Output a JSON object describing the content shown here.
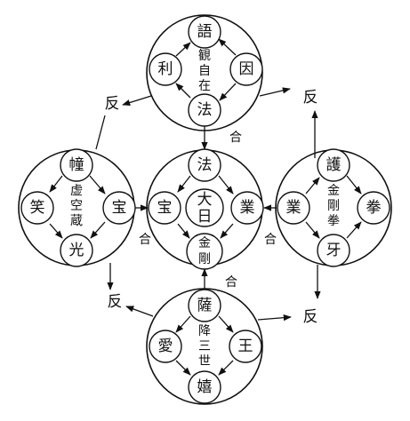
{
  "groups": {
    "top": {
      "top": "語",
      "left": "利",
      "right": "因",
      "bottom": "法",
      "center": [
        "観",
        "自",
        "在"
      ]
    },
    "left": {
      "top": "幢",
      "left": "笑",
      "right": "宝",
      "bottom": "光",
      "center": [
        "虚",
        "空",
        "蔵"
      ]
    },
    "center": {
      "top": "法",
      "left": "宝",
      "right": "業",
      "bottom": [
        "金",
        "剛"
      ],
      "center": [
        "大",
        "日"
      ]
    },
    "right": {
      "top": "護",
      "left": "業",
      "right": "拳",
      "bottom": "牙",
      "center": [
        "金",
        "剛",
        "拳"
      ]
    },
    "bottom": {
      "top": "薩",
      "left": "愛",
      "right": "王",
      "bottom": "嬉",
      "center": [
        "降",
        "三",
        "世"
      ]
    }
  },
  "relations": {
    "he": "合",
    "fan": "反"
  }
}
